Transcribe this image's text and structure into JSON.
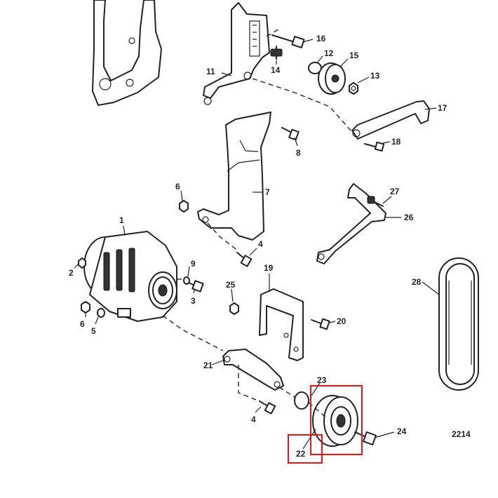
{
  "diagram_id": "2214",
  "callouts": {
    "c1": "1",
    "c2": "2",
    "c3": "3",
    "c4a": "4",
    "c4b": "4",
    "c5": "5",
    "c6a": "6",
    "c6b": "6",
    "c7": "7",
    "c8": "8",
    "c9": "9",
    "c11": "11",
    "c12": "12",
    "c13": "13",
    "c14": "14",
    "c15": "15",
    "c16": "16",
    "c17": "17",
    "c18": "18",
    "c19": "19",
    "c20": "20",
    "c21": "21",
    "c22": "22",
    "c23": "23",
    "c24": "24",
    "c25": "25",
    "c26": "26",
    "c27": "27",
    "c28": "28"
  },
  "highlight_color": "#e8141c"
}
